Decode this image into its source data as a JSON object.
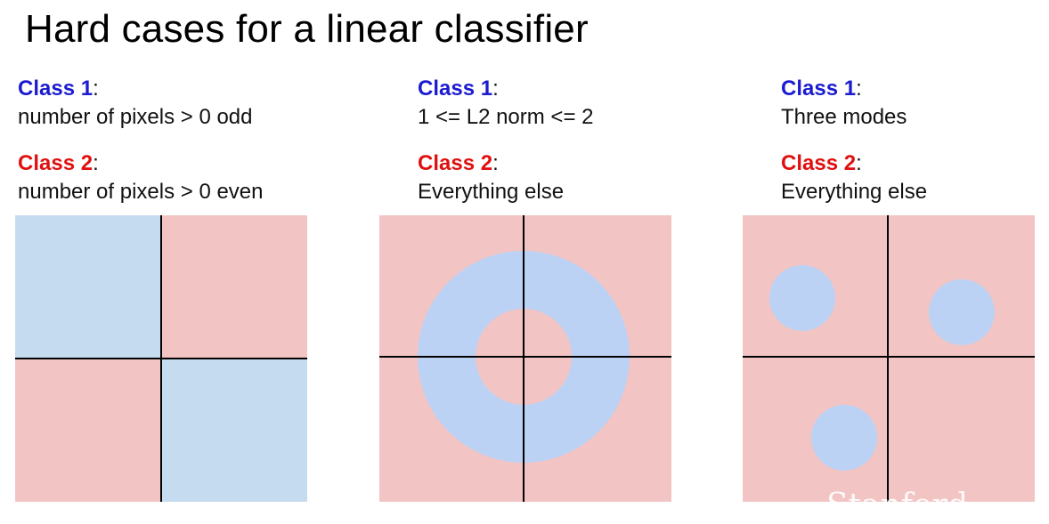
{
  "title": "Hard cases for a linear classifier",
  "colors": {
    "class1_label": "#1b1bd0",
    "class2_label": "#e01010",
    "region_red": "#f2c4c4",
    "region_blue_left": "#c5dcf0",
    "region_blue": "#bcd2f5",
    "axis": "#000000"
  },
  "panels": [
    {
      "class1": {
        "name": "Class 1",
        "colon": ":",
        "description": "number of pixels > 0 odd"
      },
      "class2": {
        "name": "Class 2",
        "colon": ":",
        "description": "number of pixels > 0 even"
      }
    },
    {
      "class1": {
        "name": "Class 1",
        "colon": ":",
        "description": "1 <= L2 norm <= 2"
      },
      "class2": {
        "name": "Class 2",
        "colon": ":",
        "description": "Everything else"
      }
    },
    {
      "class1": {
        "name": "Class 1",
        "colon": ":",
        "description": "Three modes"
      },
      "class2": {
        "name": "Class 2",
        "colon": ":",
        "description": "Everything else"
      }
    }
  ],
  "watermark": "Stanford"
}
